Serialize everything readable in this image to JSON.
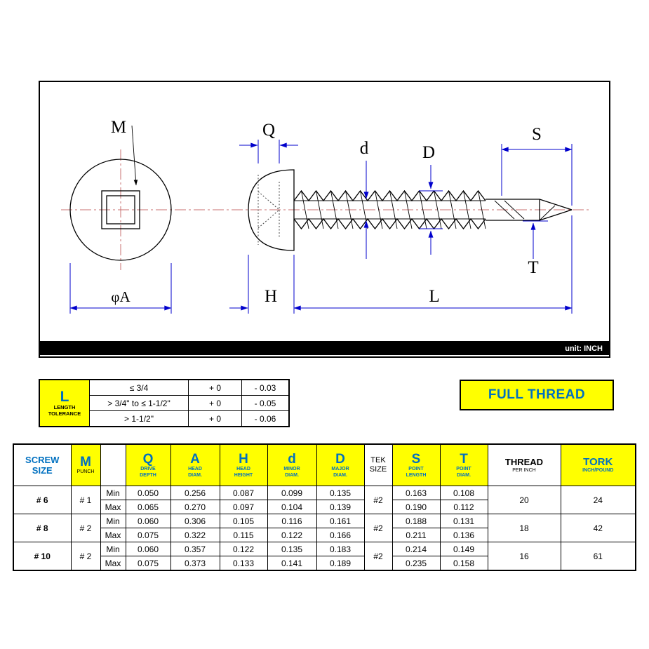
{
  "drawing": {
    "unit_label": "unit: INCH",
    "dim_labels": {
      "m": "M",
      "q": "Q",
      "d_minor": "d",
      "d_major": "D",
      "s": "S",
      "t": "T",
      "h": "H",
      "l": "L",
      "phi_a": "φA"
    }
  },
  "tolerance_table": {
    "corner": {
      "letter": "L",
      "line1": "LENGTH",
      "line2": "TOLERANCE"
    },
    "rows": [
      {
        "range": "≤ 3/4",
        "plus": "+ 0",
        "minus": "- 0.03"
      },
      {
        "range": "> 3/4\" to ≤ 1-1/2\"",
        "plus": "+ 0",
        "minus": "- 0.05"
      },
      {
        "range": "> 1-1/2\"",
        "plus": "+ 0",
        "minus": "- 0.06"
      }
    ]
  },
  "full_thread": {
    "label": "FULL THREAD"
  },
  "spec_table": {
    "min_label": "Min",
    "max_label": "Max",
    "headers": {
      "screw_size": {
        "line1": "SCREW",
        "line2": "SIZE"
      },
      "m": {
        "letter": "M",
        "sub": "PUNCH"
      },
      "q": {
        "letter": "Q",
        "sub1": "DRIVE",
        "sub2": "DEPTH"
      },
      "a": {
        "letter": "A",
        "sub1": "HEAD",
        "sub2": "DIAM."
      },
      "h": {
        "letter": "H",
        "sub1": "HEAD",
        "sub2": "HEIGHT"
      },
      "d_minor": {
        "letter": "d",
        "sub1": "MINOR",
        "sub2": "DIAM."
      },
      "d_major": {
        "letter": "D",
        "sub1": "MAJOR",
        "sub2": "DIAM."
      },
      "tek": {
        "line1": "TEK",
        "line2": "SIZE"
      },
      "s": {
        "letter": "S",
        "sub1": "POINT",
        "sub2": "LENGTH"
      },
      "t": {
        "letter": "T",
        "sub1": "POINT",
        "sub2": "DIAM."
      },
      "thread": {
        "main": "THREAD",
        "sub": "PER INCH"
      },
      "tork": {
        "main": "TORK",
        "sub": "INCH/POUND"
      }
    },
    "rows": [
      {
        "size": "# 6",
        "punch": "# 1",
        "tek": "#2",
        "thread": "20",
        "tork": "24",
        "min": {
          "q": "0.050",
          "a": "0.256",
          "h": "0.087",
          "d_minor": "0.099",
          "d_major": "0.135",
          "s": "0.163",
          "t": "0.108"
        },
        "max": {
          "q": "0.065",
          "a": "0.270",
          "h": "0.097",
          "d_minor": "0.104",
          "d_major": "0.139",
          "s": "0.190",
          "t": "0.112"
        }
      },
      {
        "size": "# 8",
        "punch": "# 2",
        "tek": "#2",
        "thread": "18",
        "tork": "42",
        "min": {
          "q": "0.060",
          "a": "0.306",
          "h": "0.105",
          "d_minor": "0.116",
          "d_major": "0.161",
          "s": "0.188",
          "t": "0.131"
        },
        "max": {
          "q": "0.075",
          "a": "0.322",
          "h": "0.115",
          "d_minor": "0.122",
          "d_major": "0.166",
          "s": "0.211",
          "t": "0.136"
        }
      },
      {
        "size": "# 10",
        "punch": "# 2",
        "tek": "#2",
        "thread": "16",
        "tork": "61",
        "min": {
          "q": "0.060",
          "a": "0.357",
          "h": "0.122",
          "d_minor": "0.135",
          "d_major": "0.183",
          "s": "0.214",
          "t": "0.149"
        },
        "max": {
          "q": "0.075",
          "a": "0.373",
          "h": "0.133",
          "d_minor": "0.141",
          "d_major": "0.189",
          "s": "0.235",
          "t": "0.158"
        }
      }
    ]
  },
  "colors": {
    "highlight_yellow": "#ffff00",
    "accent_blue": "#0070c0",
    "dimension_blue": "#0000cc",
    "centerline_red": "#c87070"
  }
}
